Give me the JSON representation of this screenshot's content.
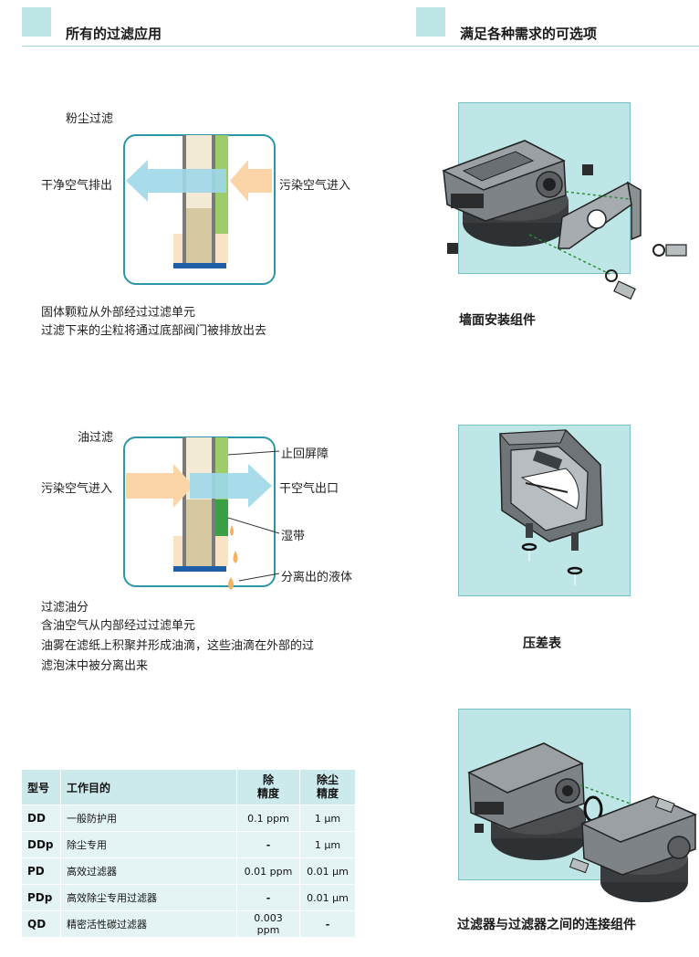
{
  "headers": {
    "left": "所有的过滤应用",
    "right": "满足各种需求的可选项"
  },
  "dust": {
    "title": "粉尘过滤",
    "left_label": "干净空气排出",
    "right_label": "污染空气进入",
    "desc_line1": "固体颗粒从外部经过过滤单元",
    "desc_line2": "过滤下来的尘粒将通过底部阀门被排放出去"
  },
  "oil": {
    "title": "油过滤",
    "left_label": "污染空气进入",
    "right_label": "干空气出口",
    "callout_check": "止回屏障",
    "callout_wet": "湿带",
    "callout_liquid": "分离出的液体",
    "desc_line1": "过滤油分",
    "desc_line2": "含油空气从内部经过过滤单元",
    "desc_line3": "油雾在滤纸上积聚并形成油滴，这些油滴在外部的过",
    "desc_line4": "滤泡沫中被分离出来"
  },
  "table": {
    "headers": {
      "model": "型号",
      "purpose": "工作目的",
      "oil_removal": "除\n精度",
      "dust_removal": "除尘\n精度"
    },
    "rows": [
      {
        "code": "DD",
        "purpose": "一般防护用",
        "oil": "0.1 ppm",
        "dust": "1 μm"
      },
      {
        "code": "DDp",
        "purpose": "除尘专用",
        "oil": "-",
        "dust": "1 μm"
      },
      {
        "code": "PD",
        "purpose": "高效过滤器",
        "oil": "0.01 ppm",
        "dust": "0.01 μm"
      },
      {
        "code": "PDp",
        "purpose": "高效除尘专用过滤器",
        "oil": "-",
        "dust": "0.01 μm"
      },
      {
        "code": "QD",
        "purpose": "精密活性碳过滤器",
        "oil": "0.003 ppm",
        "dust": "-"
      }
    ]
  },
  "options": {
    "wall_mount": "墙面安装组件",
    "gauge": "压差表",
    "connector": "过滤器与过滤器之间的连接组件"
  },
  "colors": {
    "accent": "#2c96a6",
    "arrow_blue": "#9fd8e8",
    "arrow_orange": "#fbd4a8",
    "green_light": "#9ccd6a",
    "green_dark": "#3aa046",
    "panel": "#bfe6e6"
  }
}
